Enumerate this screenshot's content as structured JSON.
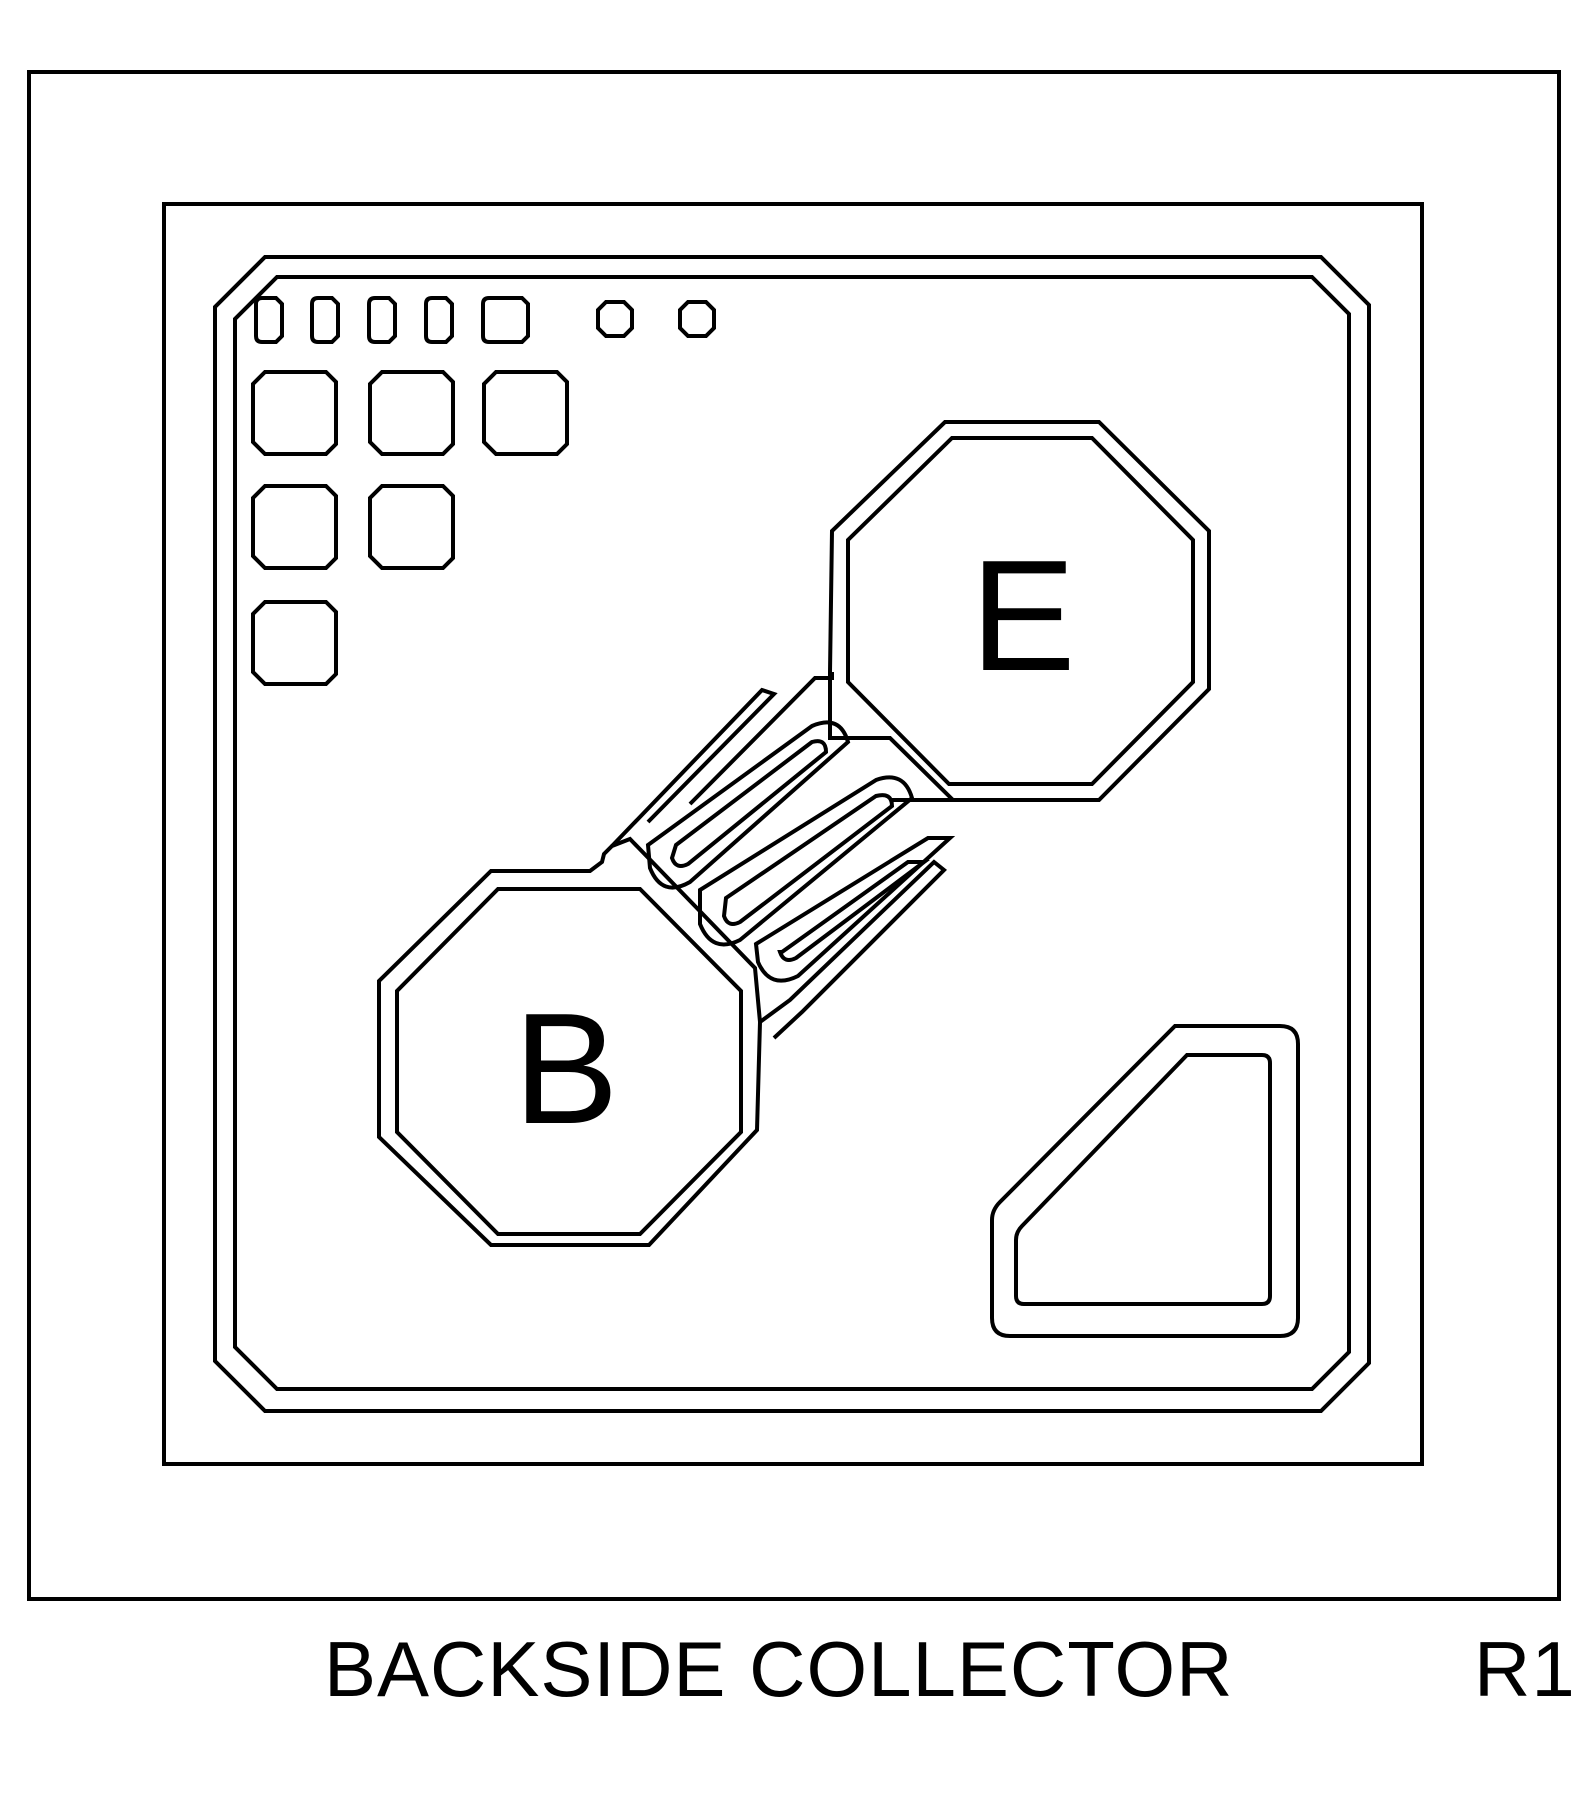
{
  "pads": {
    "emitter_label": "E",
    "base_label": "B"
  },
  "caption": {
    "text": "BACKSIDE COLLECTOR",
    "revision": "R1"
  },
  "colors": {
    "line": "#000000",
    "background": "#ffffff"
  }
}
